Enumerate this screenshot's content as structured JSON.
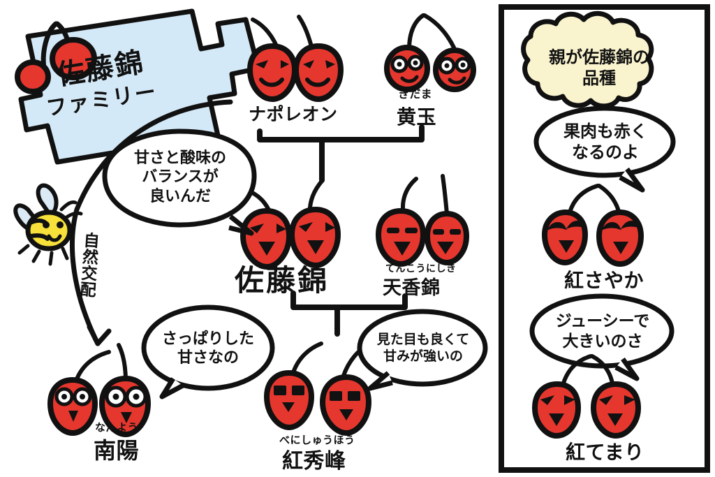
{
  "meta": {
    "kind": "hand-drawn-family-tree",
    "colors": {
      "cherry_red": "#e5372e",
      "ink": "#111111",
      "banner_blue": "#d4e9f7",
      "cloud_cream": "#faf4ce",
      "bee_yellow": "#f7e03a",
      "wing_blue": "#dbeaf5",
      "paper_white": "#ffffff"
    }
  },
  "title_banner": {
    "name": "sato-nishiki-family-banner",
    "line1": "佐藤錦",
    "line2": "ファミリー",
    "full_text": "佐藤錦ファミリー",
    "fill": "#d4e9f7"
  },
  "left_tree": {
    "parents": [
      {
        "id": "napoleon",
        "label": "ナポレオン",
        "furigana": "",
        "cherry_count": 2,
        "face": "wink-smile"
      },
      {
        "id": "ougyoku",
        "label": "黄玉",
        "furigana": "きだま",
        "cherry_count": 2,
        "face": "big-eyes"
      }
    ],
    "middle": [
      {
        "id": "sato-nishiki",
        "label": "佐藤錦",
        "furigana": "",
        "cherry_count": 2,
        "face": "angled-eyes"
      },
      {
        "id": "tenkou-nishiki",
        "label": "天香錦",
        "furigana": "てんこうにしき",
        "cherry_count": 2,
        "face": "flat-eyes"
      }
    ],
    "children": [
      {
        "id": "nanyou",
        "label": "南陽",
        "furigana": "なんよう",
        "cherry_count": 2,
        "face": "round-eyes"
      },
      {
        "id": "beni-shuhou",
        "label": "紅秀峰",
        "furigana": "べにしゅうほう",
        "cherry_count": 2,
        "face": "block-eyes"
      }
    ],
    "speech_bubbles": [
      {
        "id": "balance-bubble",
        "lines": [
          "甘さと酸味の",
          "バランスが",
          "良いんだ"
        ],
        "full_text": "甘さと酸味のバランスが良いんだ",
        "points_to": "sato-nishiki"
      },
      {
        "id": "refreshing-bubble",
        "lines": [
          "さっぱりした",
          "甘さなの"
        ],
        "full_text": "さっぱりした甘さなの",
        "points_to": "nanyou"
      },
      {
        "id": "looks-good-bubble",
        "lines": [
          "見た目も良くて",
          "甘みが強いの"
        ],
        "full_text": "見た目も良くて甘みが強いの",
        "points_to": "beni-shuhou"
      }
    ],
    "pollination_arrow": {
      "id": "natural-pollination-arrow",
      "label": "自然交配",
      "from": "napoleon-branch",
      "to": "nanyou"
    },
    "bee": {
      "id": "bee",
      "body_color": "#f7e03a",
      "wing_color": "#dbeaf5"
    }
  },
  "right_panel": {
    "cloud_header": {
      "id": "parent-is-sato-nishiki-cloud",
      "line1": "親が佐藤錦の",
      "line2": "品種",
      "full_text": "親が佐藤錦の品種",
      "fill": "#faf4ce"
    },
    "entries": [
      {
        "id": "beni-sayaka",
        "label": "紅さやか",
        "bubble_lines": [
          "果肉も赤く",
          "なるのよ"
        ],
        "bubble_text": "果肉も赤くなるのよ",
        "cherry_count": 2,
        "face": "happy-open"
      },
      {
        "id": "beni-temari",
        "label": "紅てまり",
        "bubble_lines": [
          "ジューシーで",
          "大きいのさ"
        ],
        "bubble_text": "ジューシーで大きいのさ",
        "cherry_count": 2,
        "face": "x-eyes"
      }
    ]
  }
}
